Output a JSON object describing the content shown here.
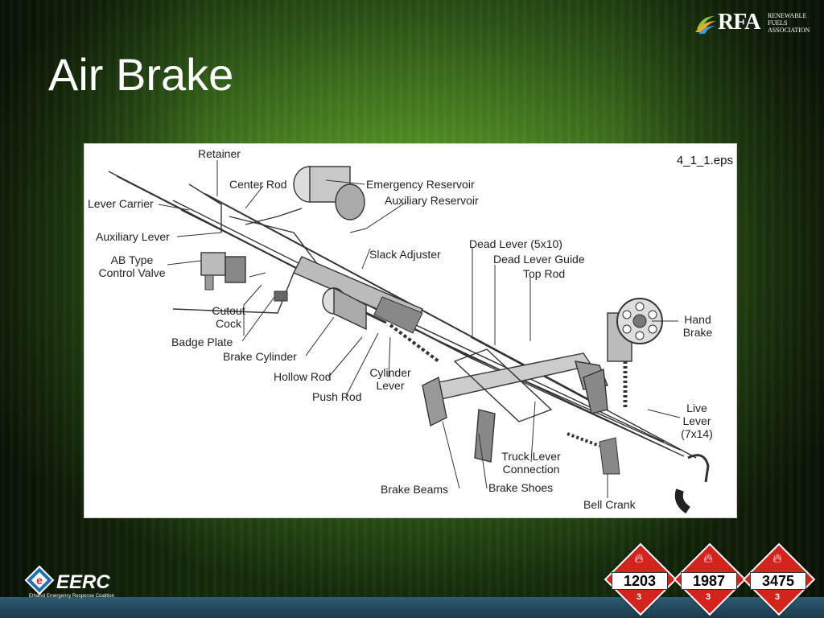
{
  "slide": {
    "title": "Air Brake"
  },
  "logo_rfa": {
    "mark": "RFA",
    "line1": "RENEWABLE",
    "line2": "FUELS",
    "line3": "ASSOCIATION"
  },
  "diagram": {
    "file_label": "4_1_1.eps",
    "labels": {
      "retainer": "Retainer",
      "center_rod": "Center Rod",
      "emergency_reservoir": "Emergency Reservoir",
      "auxiliary_reservoir": "Auxiliary Reservoir",
      "lever_carrier": "Lever Carrier",
      "auxiliary_lever": "Auxiliary Lever",
      "ab_type_1": "AB Type",
      "ab_type_2": "Control Valve",
      "slack_adjuster": "Slack Adjuster",
      "dead_lever": "Dead Lever (5x10)",
      "dead_lever_guide": "Dead Lever Guide",
      "top_rod": "Top Rod",
      "hand_brake_1": "Hand",
      "hand_brake_2": "Brake",
      "cutout_1": "Cutout",
      "cutout_2": "Cock",
      "badge_plate": "Badge Plate",
      "brake_cylinder": "Brake Cylinder",
      "hollow_rod": "Hollow Rod",
      "cylinder_lever_1": "Cylinder",
      "cylinder_lever_2": "Lever",
      "push_rod": "Push Rod",
      "live_lever_1": "Live",
      "live_lever_2": "Lever",
      "live_lever_3": "(7x14)",
      "truck_lever_1": "Truck Lever",
      "truck_lever_2": "Connection",
      "brake_beams": "Brake Beams",
      "brake_shoes": "Brake Shoes",
      "bell_crank": "Bell Crank"
    }
  },
  "logo_eerc": {
    "mark": "EERC",
    "subtitle": "Ethanol Emergency Response Coalition"
  },
  "placards": [
    {
      "number": "1203",
      "class": "3"
    },
    {
      "number": "1987",
      "class": "3"
    },
    {
      "number": "3475",
      "class": "3"
    }
  ],
  "colors": {
    "placard_red": "#d4221c",
    "background_green": "#4f8a22"
  }
}
